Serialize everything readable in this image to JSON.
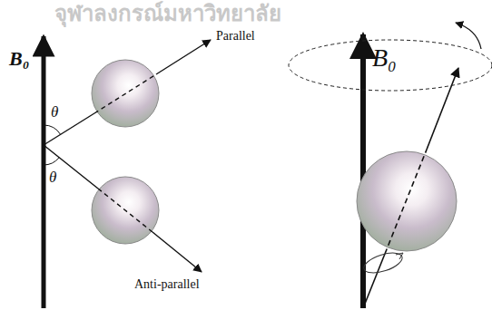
{
  "diagram": {
    "labels": [
      "จุฬาลงกรณ์มหาวิทยาลัย",
      "B₀",
      "Parallel",
      "θ",
      "θ",
      "Anti-parallel",
      "B₀"
    ]
  }
}
